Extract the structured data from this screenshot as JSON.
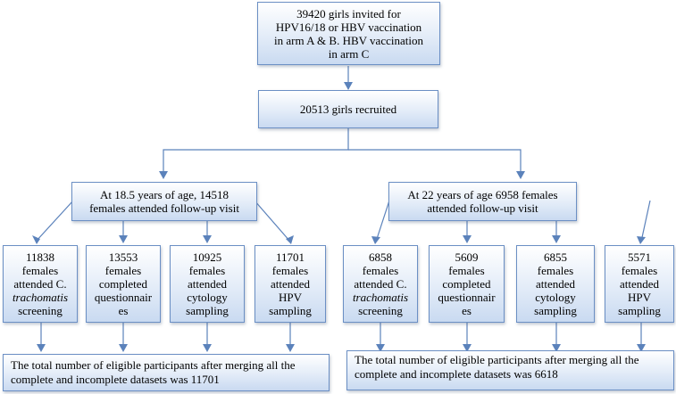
{
  "top_box": {
    "lines": [
      "39420 girls invited for",
      "HPV16/18 or HBV vaccination",
      "in arm A & B. HBV vaccination",
      "in arm C"
    ]
  },
  "recruited_box": {
    "text": "20513 girls recruited"
  },
  "left_branch": {
    "followup_lines": [
      "At 18.5 years of age, 14518",
      "females attended follow-up visit"
    ],
    "leaves": [
      {
        "lines": [
          "11838",
          "females",
          "attended C.",
          "trachomatis",
          "screening"
        ]
      },
      {
        "lines": [
          "13553",
          "females",
          "completed",
          "questionnair",
          "es"
        ]
      },
      {
        "lines": [
          "10925",
          "females",
          "attended",
          "cytology",
          "sampling"
        ]
      },
      {
        "lines": [
          "11701",
          "females",
          "attended",
          "HPV",
          "sampling"
        ]
      }
    ],
    "total_lines": [
      "The total number of eligible participants after merging all the",
      "complete and incomplete datasets was 11701"
    ]
  },
  "right_branch": {
    "followup_lines": [
      "At 22 years of age 6958 females",
      "attended follow-up visit"
    ],
    "leaves": [
      {
        "lines": [
          "6858",
          "females",
          "attended C.",
          "trachomatis",
          "screening"
        ]
      },
      {
        "lines": [
          "5609",
          "females",
          "completed",
          "questionnair",
          "es"
        ]
      },
      {
        "lines": [
          "6855",
          "females",
          "attended",
          "cytology",
          "sampling"
        ]
      },
      {
        "lines": [
          "5571",
          "females",
          "attended",
          "HPV",
          "sampling"
        ]
      }
    ],
    "total_lines": [
      "The total number of eligible participants after merging all the",
      "complete and incomplete datasets was 6618"
    ]
  },
  "colors": {
    "box_border": "#6b8fc4",
    "box_fill_bottom": "#c9daf1",
    "connector": "#5b82bb"
  }
}
